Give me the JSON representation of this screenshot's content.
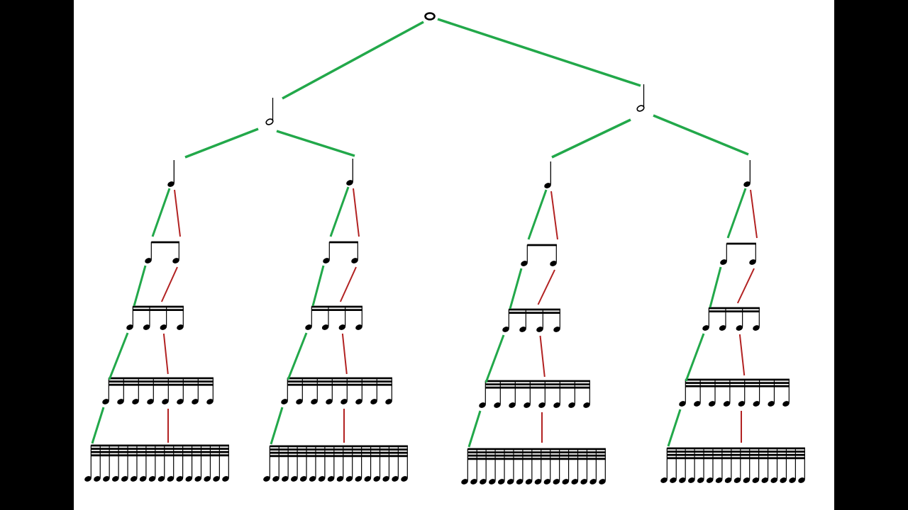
{
  "colors": {
    "background": "#ffffff",
    "frame": "#000000",
    "green_connector": "#22a84a",
    "red_connector": "#b22222",
    "notation": "#000000"
  },
  "diagram": {
    "type": "note-value-subdivision-tree",
    "root": "whole-note",
    "levels": [
      {
        "level": 0,
        "note": "whole-note",
        "count": 1
      },
      {
        "level": 1,
        "note": "half-note",
        "count": 2
      },
      {
        "level": 2,
        "note": "quarter-note",
        "count": 4
      },
      {
        "level": 3,
        "note": "eighth-note",
        "group_size": 2,
        "beams": 1
      },
      {
        "level": 4,
        "note": "sixteenth-note",
        "group_size": 4,
        "beams": 2
      },
      {
        "level": 5,
        "note": "thirty-second-note",
        "group_size": 8,
        "beams": 3
      },
      {
        "level": 6,
        "note": "sixty-fourth-note",
        "group_size": 16,
        "beams": 4
      }
    ],
    "branches": 4
  }
}
